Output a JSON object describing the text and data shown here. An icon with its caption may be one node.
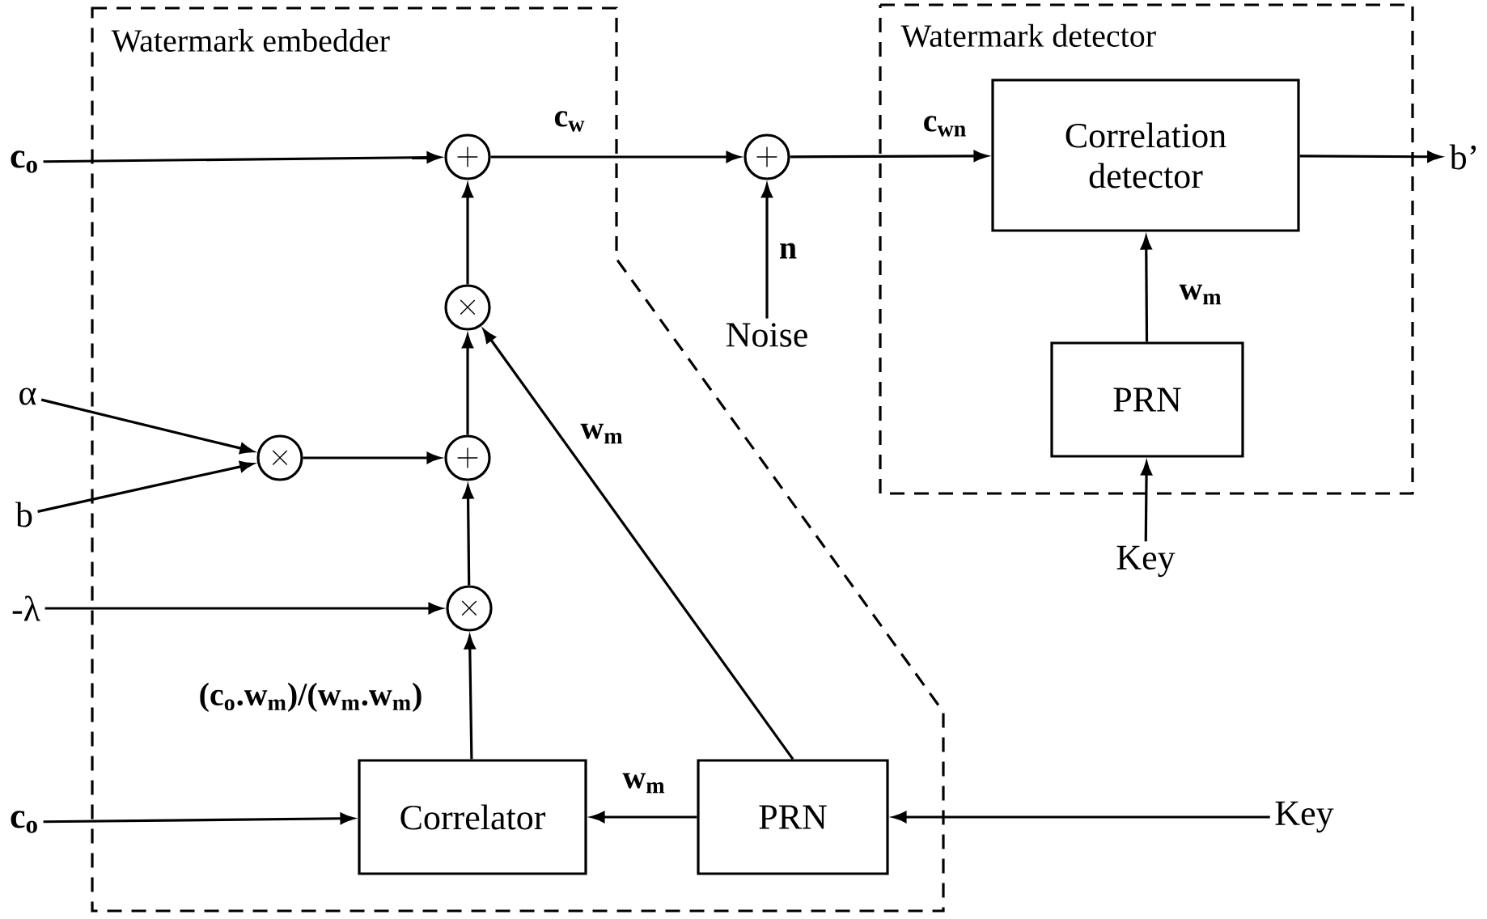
{
  "diagram": {
    "nodes": [
      {
        "text": [
          "Watermark embedder"
        ]
      },
      {
        "text": [
          "Watermark detector"
        ]
      },
      {
        "text": [
          "c$_{o}$"
        ]
      },
      {
        "text": [
          "+"
        ],
        "in": 0
      },
      {
        "text": [
          "×"
        ],
        "in": 0
      },
      {
        "text": [
          "α"
        ]
      },
      {
        "text": [
          "b"
        ]
      },
      {
        "text": [
          "×"
        ],
        "in": 0
      },
      {
        "text": [
          "+"
        ],
        "in": 0
      },
      {
        "text": [
          "-λ"
        ]
      },
      {
        "text": [
          "×"
        ],
        "in": 0
      },
      {
        "text": [
          "c$_{o}$"
        ]
      },
      {
        "text": [
          "Correlator"
        ],
        "in": 0
      },
      {
        "text": [
          "PRN"
        ],
        "in": 0
      },
      {
        "text": [
          "Key"
        ]
      },
      {
        "text": [
          "+"
        ]
      },
      {
        "text": [
          "Noise"
        ]
      },
      {
        "text": [
          "Correlation detector"
        ],
        "in": 1
      },
      {
        "text": [
          "PRN"
        ],
        "in": 1
      },
      {
        "text": [
          "Key"
        ]
      },
      {
        "text": [
          "b’"
        ]
      }
    ],
    "edges": [
      {
        "from": 2,
        "to": 3,
        "arrow": "to"
      },
      {
        "from": 3,
        "to": 15,
        "arrow": "to",
        "label": "c$_{w}$"
      },
      {
        "from": 4,
        "to": 3,
        "arrow": "to"
      },
      {
        "from": 13,
        "to": 4,
        "arrow": "to",
        "label": "w$_{m}$"
      },
      {
        "from": 5,
        "to": 7,
        "arrow": "to"
      },
      {
        "from": 6,
        "to": 7,
        "arrow": "to"
      },
      {
        "from": 7,
        "to": 8,
        "arrow": "to"
      },
      {
        "from": 8,
        "to": 4,
        "arrow": "to"
      },
      {
        "from": 9,
        "to": 10,
        "arrow": "to"
      },
      {
        "from": 10,
        "to": 8,
        "arrow": "to"
      },
      {
        "from": 12,
        "to": 10,
        "arrow": "to",
        "label": "(c$_{o}$.w$_{m}$)/(w$_{m}$.w$_{m}$)"
      },
      {
        "from": 11,
        "to": 12,
        "arrow": "to"
      },
      {
        "from": 13,
        "to": 12,
        "arrow": "to",
        "label": "w$_{m}$"
      },
      {
        "from": 14,
        "to": 13,
        "arrow": "to"
      },
      {
        "from": 16,
        "to": 15,
        "arrow": "to",
        "label": "n"
      },
      {
        "from": 15,
        "to": 17,
        "arrow": "to",
        "label": "c$_{wn}$"
      },
      {
        "from": 18,
        "to": 17,
        "arrow": "to",
        "label": "w$_{m}$"
      },
      {
        "from": 19,
        "to": 18,
        "arrow": "to"
      },
      {
        "from": 17,
        "to": 20,
        "arrow": "to"
      }
    ]
  }
}
